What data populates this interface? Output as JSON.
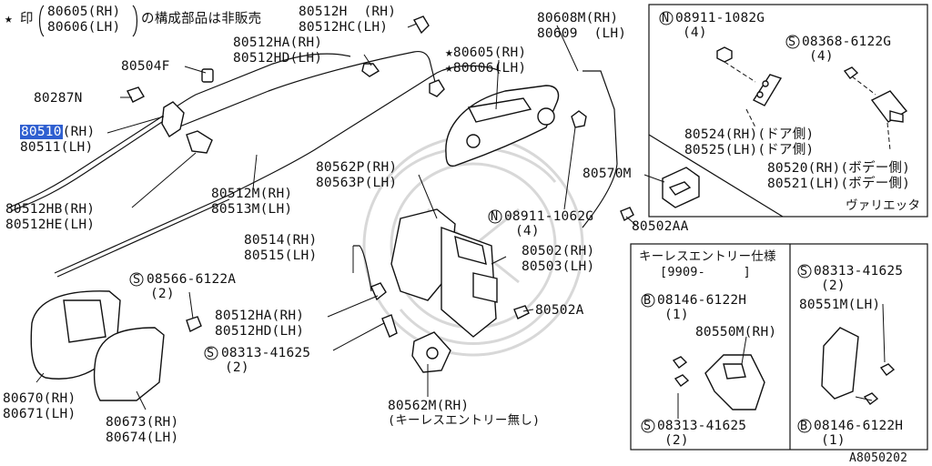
{
  "note": {
    "star": "★",
    "prefix": "印",
    "rh": "80605(RH)",
    "lh": "80606(LH)",
    "suffix": "の構成部品は非販売"
  },
  "labels": {
    "p80512h_rh": "80512H  (RH)",
    "p80512hc_lh": "80512HC(LH)",
    "p80512ha_rh": "80512HA(RH)",
    "p80512hd_lh": "80512HD(LH)",
    "p80504f": "80504F",
    "p80287n": "80287N",
    "p80510_num": "80510",
    "p80510_side": "(RH)",
    "p80511_lh": "80511(LH)",
    "p80512hb_rh": "80512HB(RH)",
    "p80512he_lh": "80512HE(LH)",
    "p80512m_rh": "80512M(RH)",
    "p80513m_lh": "80513M(LH)",
    "p80608m_rh": "80608M(RH)",
    "p80609_lh": "80609  (LH)",
    "p80605_rh": "★80605(RH)",
    "p80606_lh": "★80606(LH)",
    "p80562p_rh": "80562P(RH)",
    "p80563p_lh": "80563P(LH)",
    "p80570m": "80570M",
    "p08911_b": "08911-1062G",
    "p08911_b_qty": "(4)",
    "p80502aa": "80502AA",
    "p80514_rh": "80514(RH)",
    "p80515_lh": "80515(LH)",
    "p80502_rh": "80502(RH)",
    "p80503_lh": "80503(LH)",
    "p08566": "08566-6122A",
    "p08566_qty": "(2)",
    "p80512ha2_rh": "80512HA(RH)",
    "p80512hd2_lh": "80512HD(LH)",
    "p80502a": "80502A",
    "p08313_a": "08313-41625",
    "p08313_a_qty": "(2)",
    "p80670_rh": "80670(RH)",
    "p80671_lh": "80671(LH)",
    "p80673_rh": "80673(RH)",
    "p80674_lh": "80674(LH)",
    "p80562m_rh": "80562M(RH)",
    "p80562m_note": "(キーレスエントリー無し)",
    "ref_code": "A8050202"
  },
  "inset_variety": {
    "p08911_a": "08911-1082G",
    "p08911_a_qty": "(4)",
    "p08368": "08368-6122G",
    "p08368_qty": "(4)",
    "p80524": "80524(RH)(ドア側)",
    "p80525": "80525(LH)(ドア側)",
    "p80520": "80520(RH)(ボデー側)",
    "p80521": "80521(LH)(ボデー側)",
    "caption": "ヴァリエッタ"
  },
  "inset_keyless": {
    "title": "キーレスエントリー仕様",
    "date": "[9909-     ]",
    "p08146_a": "08146-6122H",
    "p08146_a_qty": "(1)",
    "p80550m": "80550M(RH)",
    "p08313_b": "08313-41625",
    "p08313_b_qty": "(2)",
    "p08313_c": "08313-41625",
    "p08313_c_qty": "(2)",
    "p80551m": "80551M(LH)",
    "p08146_b": "08146-6122H",
    "p08146_b_qty": "(1)"
  },
  "circle_marks": {
    "n": "N",
    "s": "S",
    "b": "B"
  },
  "colors": {
    "highlight": "#2f5fd0",
    "line": "#111111"
  }
}
